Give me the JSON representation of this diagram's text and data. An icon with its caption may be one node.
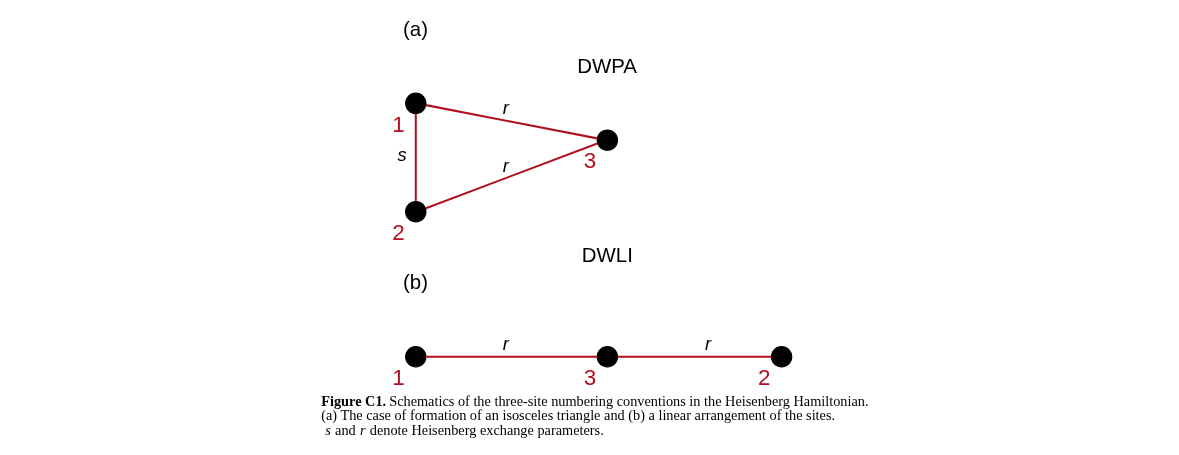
{
  "diagram": {
    "caption": "**Figure C1.** Schematics of the three-site numbering conventions in the Heisenberg Hamiltonian. (a) The case of formation of an isosceles triangle and (b) a linear arrangement of the sites. *s* and *r* denote Heisenberg exchange parameters.",
    "nodes": [
      {
        "text": [],
        "shape": "circle",
        "beside": [
          "1"
        ]
      },
      {
        "text": [],
        "shape": "circle",
        "beside": [
          "2"
        ]
      },
      {
        "text": [],
        "shape": "circle",
        "beside": [
          "3"
        ]
      },
      {
        "text": [],
        "shape": "circle",
        "beside": [
          "1"
        ]
      },
      {
        "text": [],
        "shape": "circle",
        "beside": [
          "3"
        ]
      },
      {
        "text": [],
        "shape": "circle",
        "beside": [
          "2"
        ]
      }
    ],
    "edges": [
      {
        "from": 0,
        "to": 1,
        "arrow": "none",
        "label": "s"
      },
      {
        "from": 0,
        "to": 2,
        "arrow": "none",
        "label": "r"
      },
      {
        "from": 1,
        "to": 2,
        "arrow": "none",
        "label": "r"
      },
      {
        "from": 3,
        "to": 4,
        "arrow": "none",
        "label": "r"
      },
      {
        "from": 4,
        "to": 5,
        "arrow": "none",
        "label": "r"
      }
    ],
    "labels": [
      "(a)",
      "DWPA",
      "DWLI",
      "(b)"
    ]
  }
}
